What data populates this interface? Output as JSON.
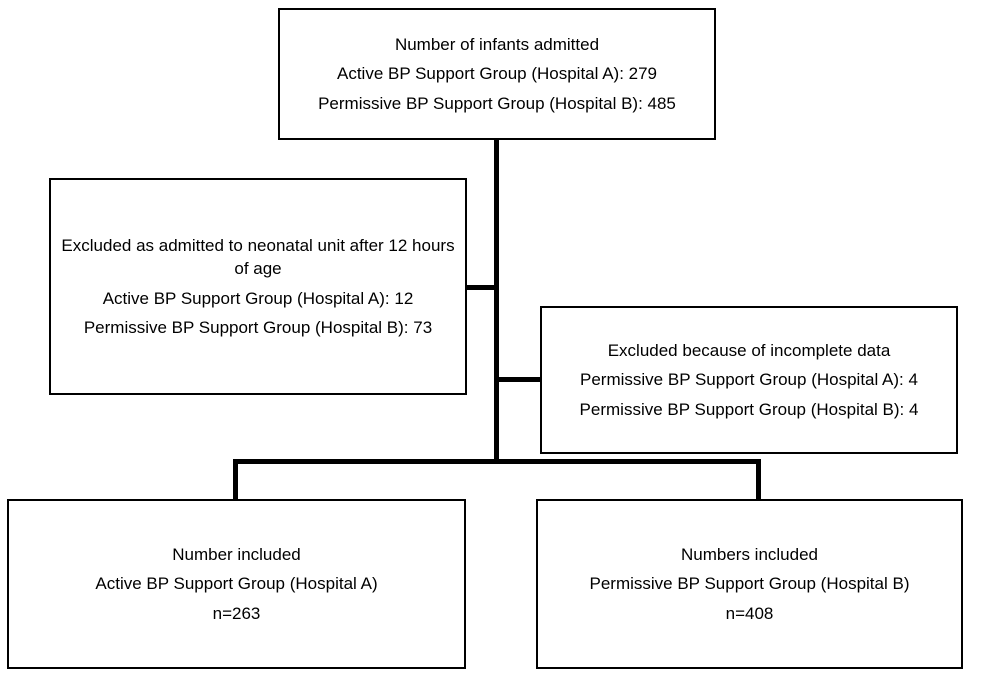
{
  "diagram": {
    "type": "flowchart",
    "description": "Patient flow diagram for infants admitted to Active vs Permissive BP Support groups",
    "colors": {
      "background": "#ffffff",
      "box_fill": "#ffffff",
      "box_border": "#000000",
      "connector": "#000000",
      "text": "#000000"
    },
    "nodes": {
      "admitted": {
        "lines": [
          "Number of infants admitted",
          "Active BP Support Group (Hospital A): 279",
          "Permissive BP Support Group (Hospital B): 485"
        ]
      },
      "excluded_late_admission": {
        "lines": [
          "Excluded as admitted to neonatal unit after 12 hours of age",
          "Active BP Support Group (Hospital A): 12",
          "Permissive BP Support Group (Hospital B): 73"
        ]
      },
      "excluded_incomplete_data": {
        "lines": [
          "Excluded because of incomplete data",
          "Permissive BP Support Group (Hospital A): 4",
          "Permissive BP Support Group (Hospital B): 4"
        ]
      },
      "included_active": {
        "lines": [
          "Number included",
          "Active BP Support Group (Hospital A)",
          "n=263"
        ]
      },
      "included_permissive": {
        "lines": [
          "Numbers included",
          "Permissive BP Support Group (Hospital B)",
          "n=408"
        ]
      }
    },
    "edges": [
      {
        "from": "admitted",
        "to": "excluded_late_admission"
      },
      {
        "from": "admitted",
        "to": "excluded_incomplete_data"
      },
      {
        "from": "admitted",
        "to": "included_active"
      },
      {
        "from": "admitted",
        "to": "included_permissive"
      }
    ]
  }
}
